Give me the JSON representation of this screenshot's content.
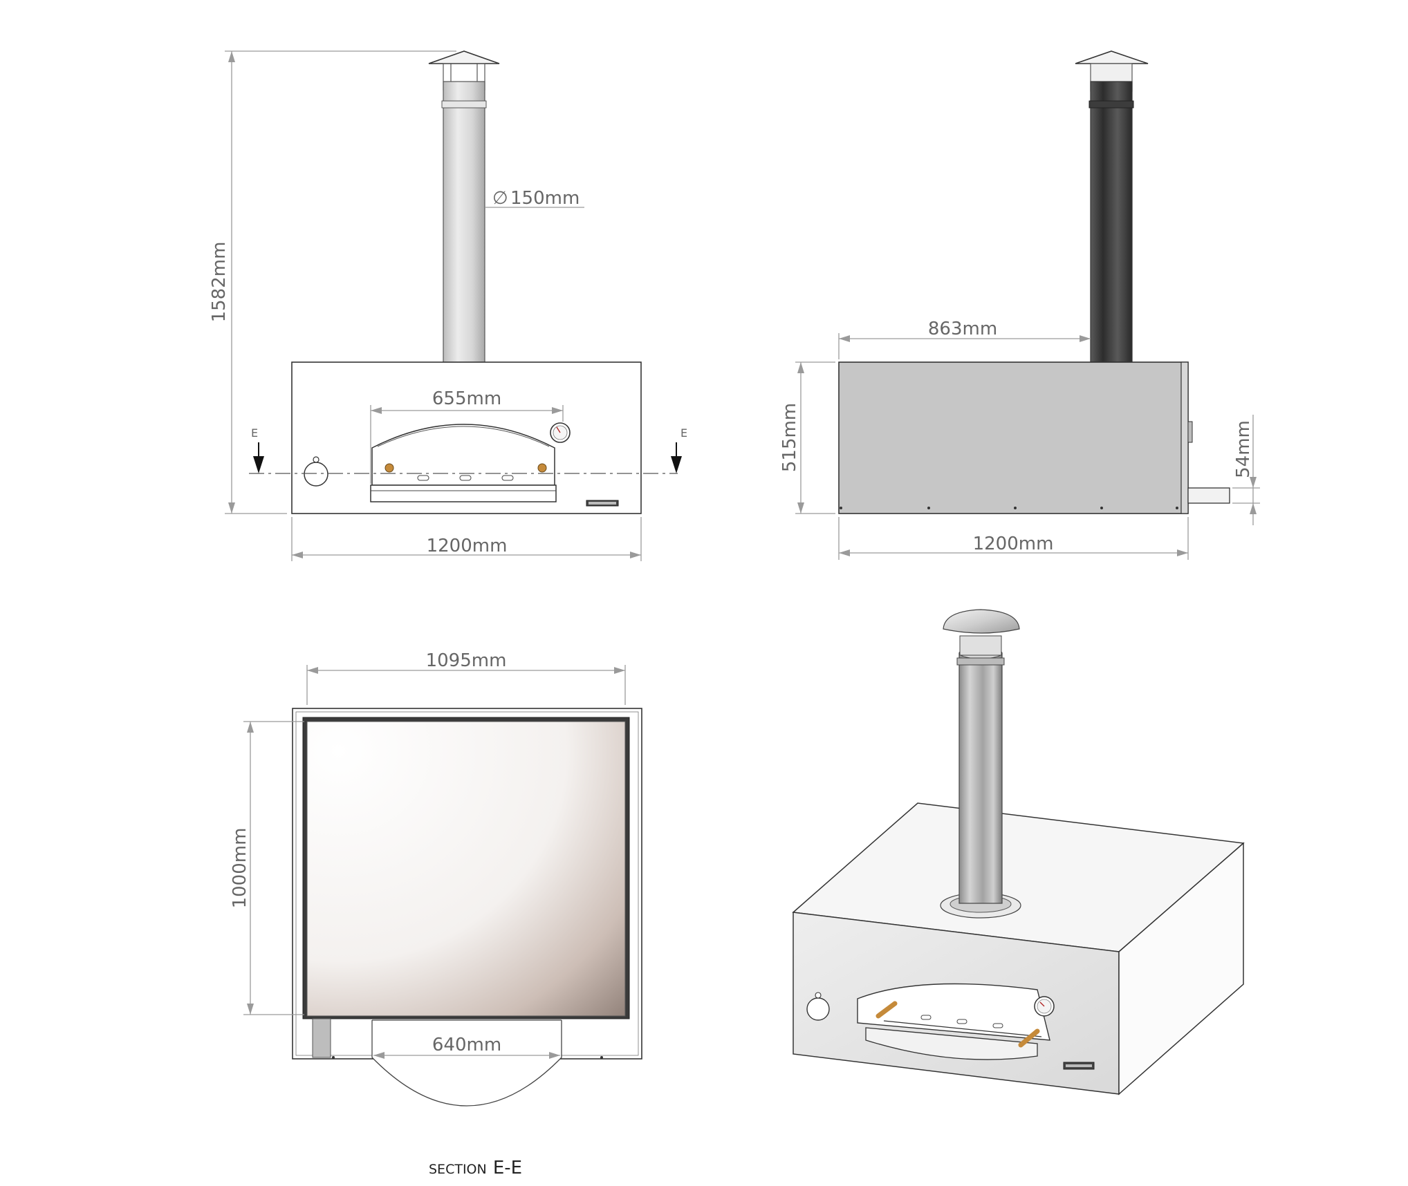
{
  "views": {
    "front": {
      "dims": {
        "total_height": "1582mm",
        "flue_diameter": "150mm",
        "diameter_symbol": "∅",
        "mouth_width": "655mm",
        "overall_width": "1200mm"
      },
      "section_mark": "E"
    },
    "side": {
      "dims": {
        "flue_offset": "863mm",
        "body_height": "515mm",
        "handle_height": "54mm",
        "overall_width": "1200mm"
      }
    },
    "section": {
      "dims": {
        "floor_width": "1095mm",
        "floor_depth": "1000mm",
        "mouth_width": "640mm"
      },
      "caption_prefix": "SECTION",
      "caption_mark": "E-E"
    }
  },
  "colors": {
    "dimension_line": "#9a9a9a",
    "dimension_text": "#666666",
    "outline": "#333333",
    "steel_light": "#e4e4e4",
    "steel_dark": "#4a4a4a",
    "body_side": "#c6c6c6",
    "brass": "#c58a3a"
  },
  "icons": {
    "section_arrow": "down-arrow-icon",
    "temperature_gauge": "thermometer-gauge-icon",
    "brand_badge": "brand-plate-icon",
    "door_handle": "round-handle-icon"
  }
}
